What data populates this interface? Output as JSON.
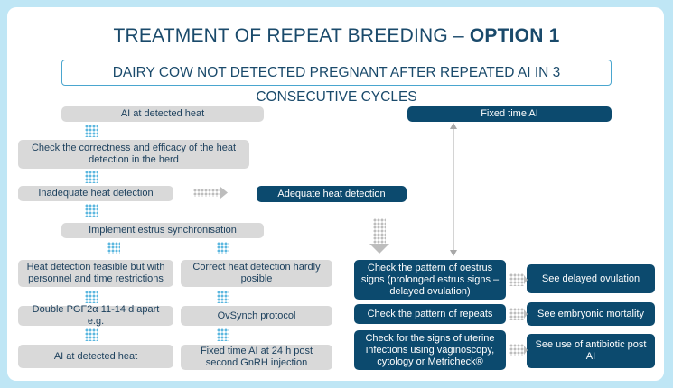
{
  "title": {
    "main": "TREATMENT OF REPEAT BREEDING – ",
    "option": "OPTION 1"
  },
  "subtitle": "DAIRY COW NOT DETECTED PREGNANT AFTER REPEATED AI IN 3 CONSECUTIVE CYCLES",
  "left": {
    "ai_detected_heat_top": "AI at detected heat",
    "check_correctness": "Check the correctness and efficacy of the heat detection in the herd",
    "inadequate": "Inadequate heat detection",
    "implement_sync": "Implement estrus synchronisation",
    "feasible": "Heat detection feasible but with personnel and time restrictions",
    "double_pgf": "Double PGF2α 11-14 d apart e.g.",
    "ai_detected_heat_bottom": "AI at detected heat",
    "correct_hardly": "Correct heat detection hardly posible",
    "ovsynch": "OvSynch protocol",
    "fixed_time_24h": "Fixed time AI at 24 h post second GnRH injection"
  },
  "right": {
    "fixed_time_ai": "Fixed time AI",
    "adequate": "Adequate heat detection",
    "check_oestrus": "Check the pattern of oestrus signs (prolonged estrus signs – delayed ovulation)",
    "see_delayed": "See delayed ovulation",
    "check_repeats": "Check the pattern of repeats",
    "see_embryonic": "See embryonic mortality",
    "check_uterine": "Check for the signs of uterine infections using vaginoscopy, cytology or Metricheck®",
    "see_antibiotic": "See use of antibiotic post AI"
  }
}
